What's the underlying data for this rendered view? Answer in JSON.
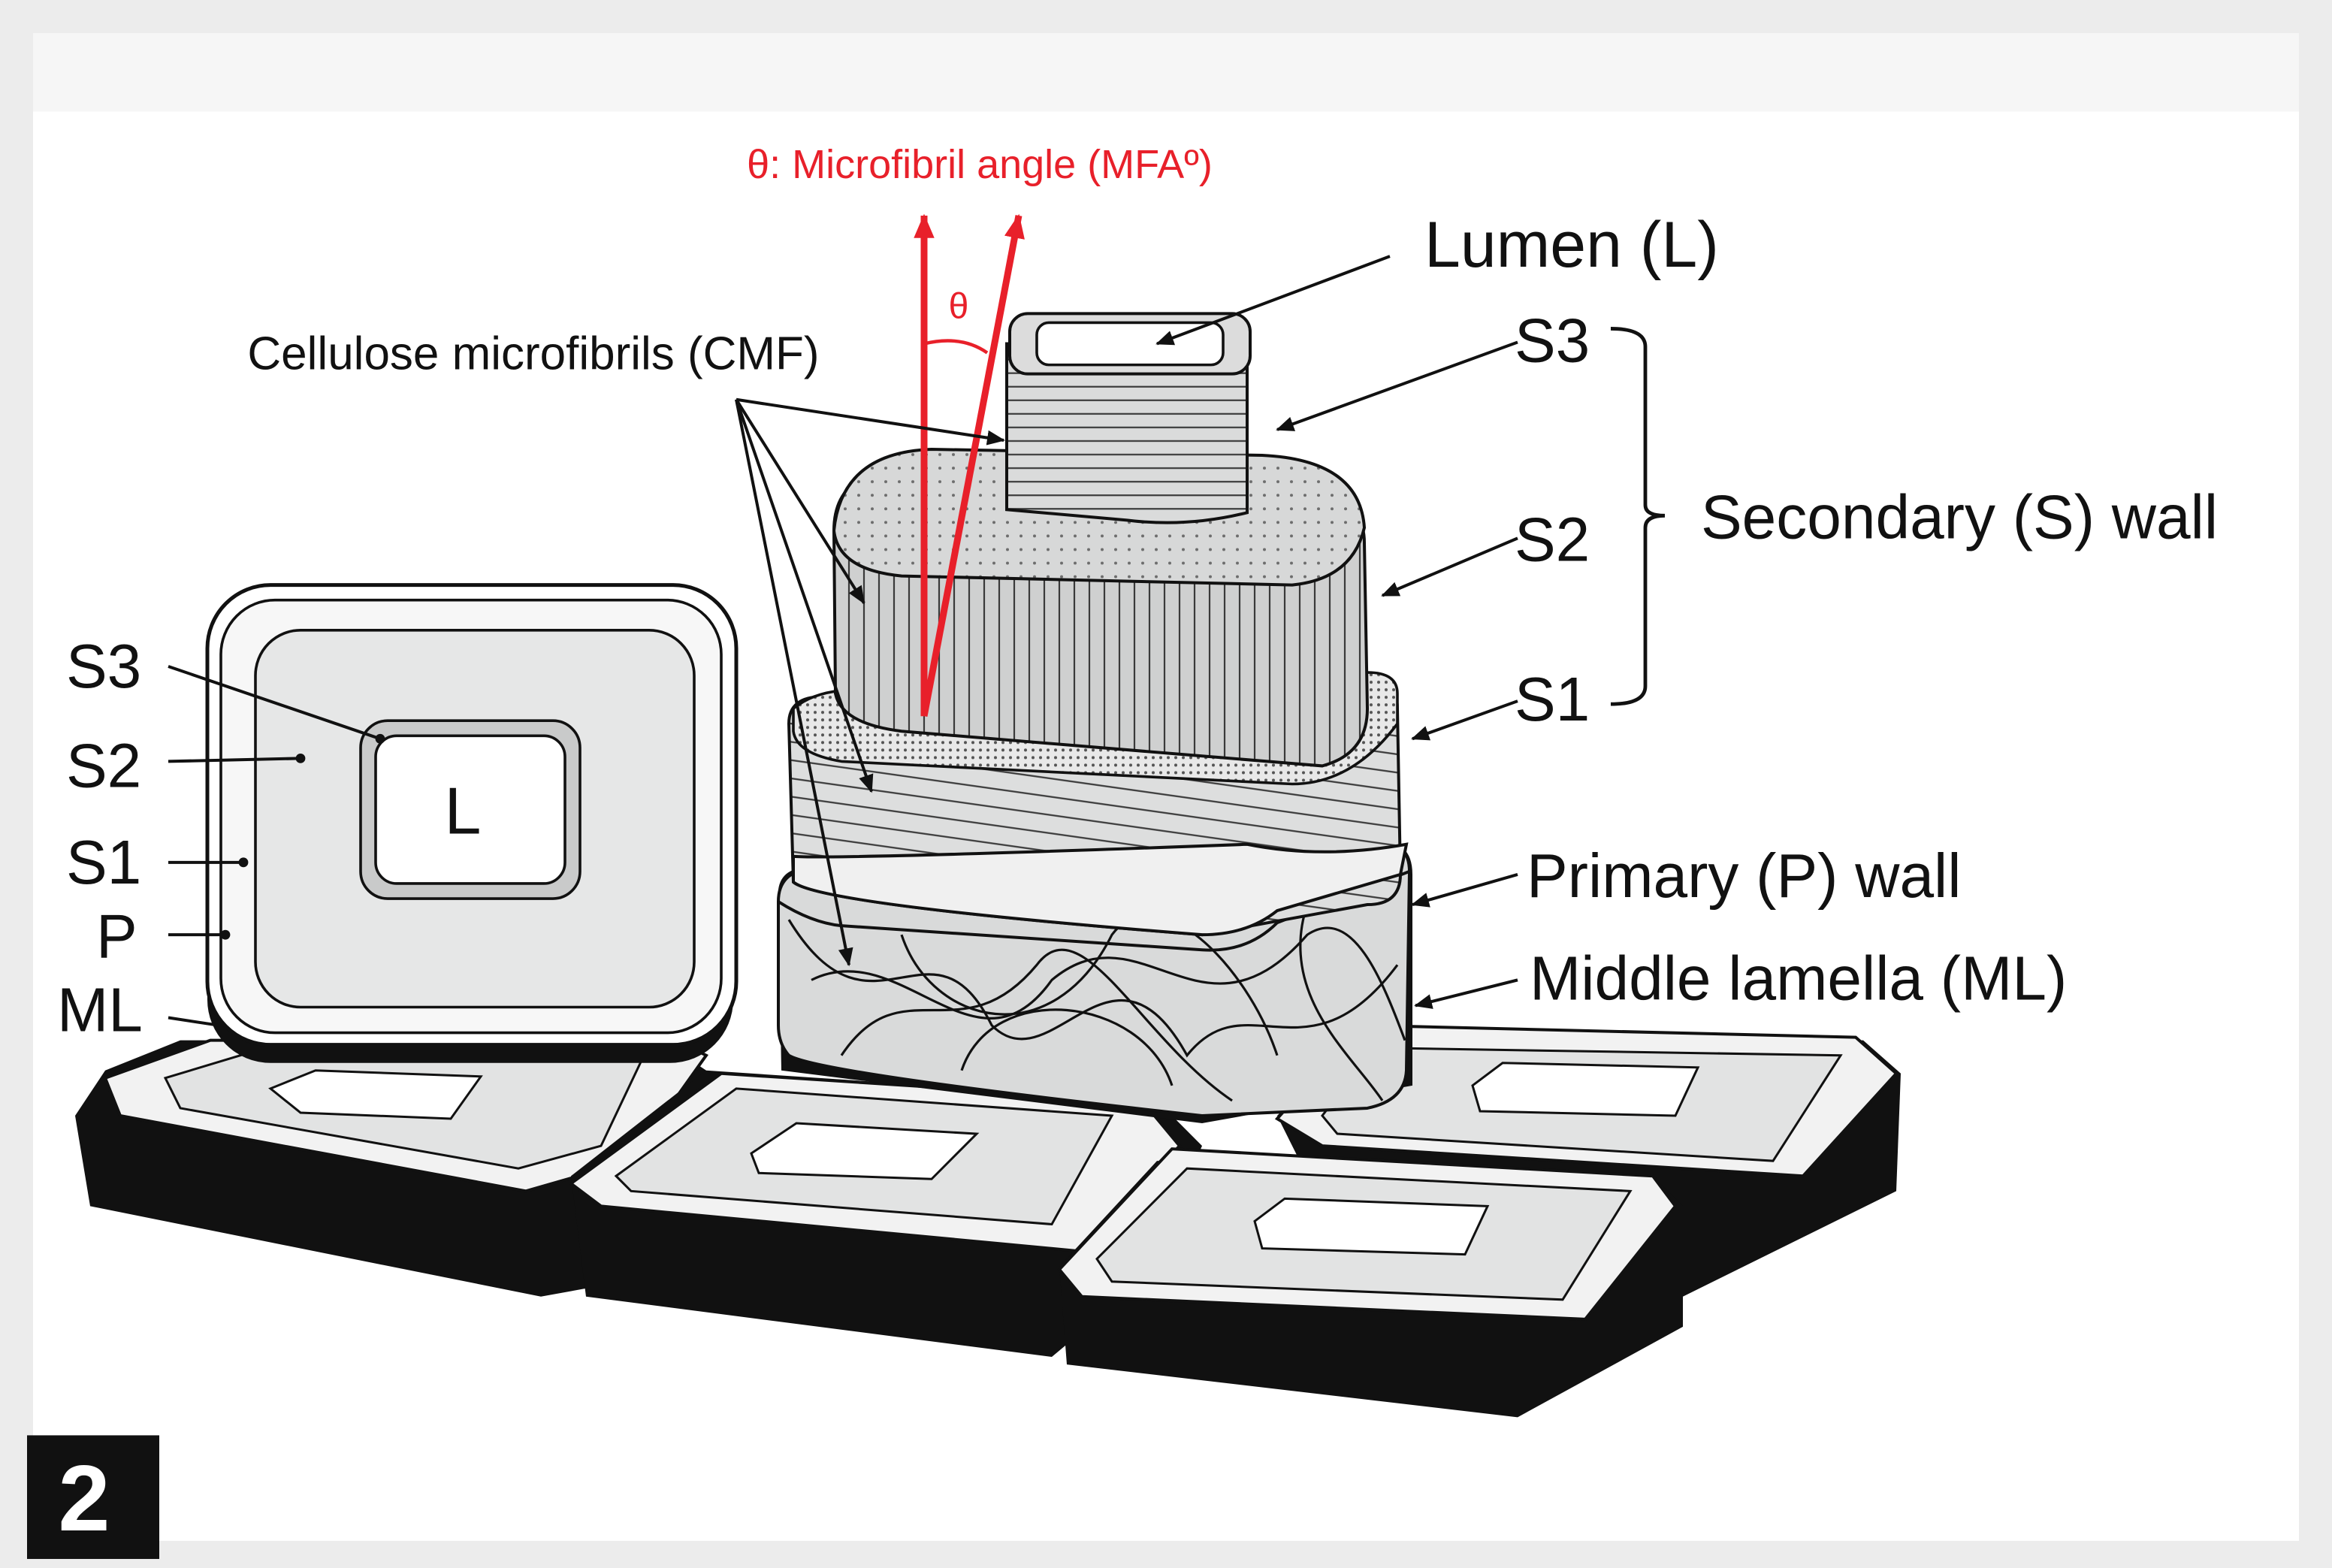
{
  "figure": {
    "panel_number": "2",
    "mfa_label": "θ: Microfibril angle (MFAº)",
    "theta_symbol": "θ",
    "cmf_label": "Cellulose microfibrils (CMF)",
    "lumen_label": "Lumen (L)",
    "right_labels": {
      "s3": "S3",
      "s2": "S2",
      "s1": "S1",
      "secondary_wall": "Secondary (S) wall",
      "primary_wall": "Primary (P) wall",
      "middle_lamella": "Middle lamella (ML)"
    },
    "left_labels": {
      "s3": "S3",
      "s2": "S2",
      "s1": "S1",
      "p": "P",
      "ml": "ML",
      "lumen": "L"
    },
    "colors": {
      "red_accent": "#e8202a",
      "black": "#111111",
      "light_gray": "#e6e7e7",
      "mid_gray": "#c9caca",
      "frame_gray": "#ececec"
    }
  }
}
